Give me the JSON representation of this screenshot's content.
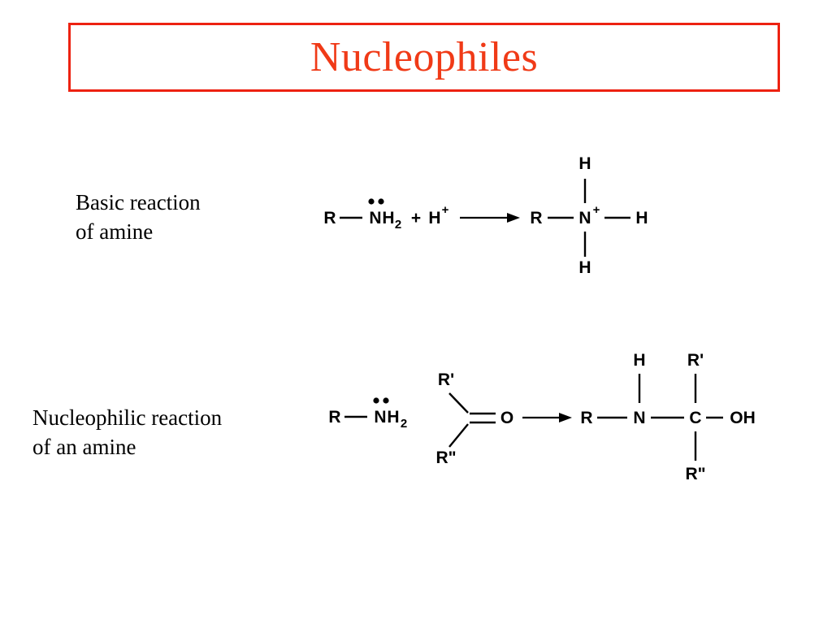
{
  "slide": {
    "title": "Nucleophiles",
    "title_color": "#F03A17",
    "border_color": "#ED2211",
    "background_color": "#FFFFFF"
  },
  "rows": [
    {
      "label": "Basic reaction\nof amine",
      "reaction": {
        "name": "amine-protonation",
        "reactants": [
          {
            "formula": "R—NH2",
            "atoms": [
              "R",
              "N",
              "H",
              "2"
            ],
            "lone_pairs": 1,
            "lone_pair_dots": 2
          },
          {
            "formula": "H+",
            "plus_sign": "+",
            "atom": "H",
            "charge": "+"
          }
        ],
        "arrow": "forward-reaction-arrow",
        "products": [
          {
            "formula": "R—N(+)(H)(H)H",
            "center_atom": "N",
            "center_charge": "+",
            "substituent_left": "R",
            "substituent_top": "H",
            "substituent_right": "H",
            "substituent_bottom": "H"
          }
        ]
      }
    },
    {
      "label": "Nucleophilic reaction\nof an amine",
      "reaction": {
        "name": "amine-carbonyl-addition",
        "reactants": [
          {
            "formula": "R—NH2",
            "atoms": [
              "R",
              "N",
              "H",
              "2"
            ],
            "lone_pairs": 1,
            "lone_pair_dots": 2
          },
          {
            "formula": "R'R\"C=O",
            "center_atom": "C",
            "substituent_upper_left": "R'",
            "substituent_lower_left": "R\"",
            "double_bond_to": "O"
          }
        ],
        "arrow": "forward-reaction-arrow",
        "products": [
          {
            "formula": "R—NH—C(R')(R\")—OH",
            "left_atom": "R",
            "nitrogen": "N",
            "nitrogen_top": "H",
            "carbon": "C",
            "carbon_top": "R'",
            "carbon_bottom": "R\"",
            "carbon_right": "OH"
          }
        ]
      }
    }
  ],
  "labels": {
    "R": "R",
    "N": "N",
    "H": "H",
    "O": "O",
    "C": "C",
    "OH": "OH",
    "R_prime": "R'",
    "R_double_prime": "R\"",
    "subscript_2": "2",
    "plus": "+",
    "charge_plus": "+"
  }
}
